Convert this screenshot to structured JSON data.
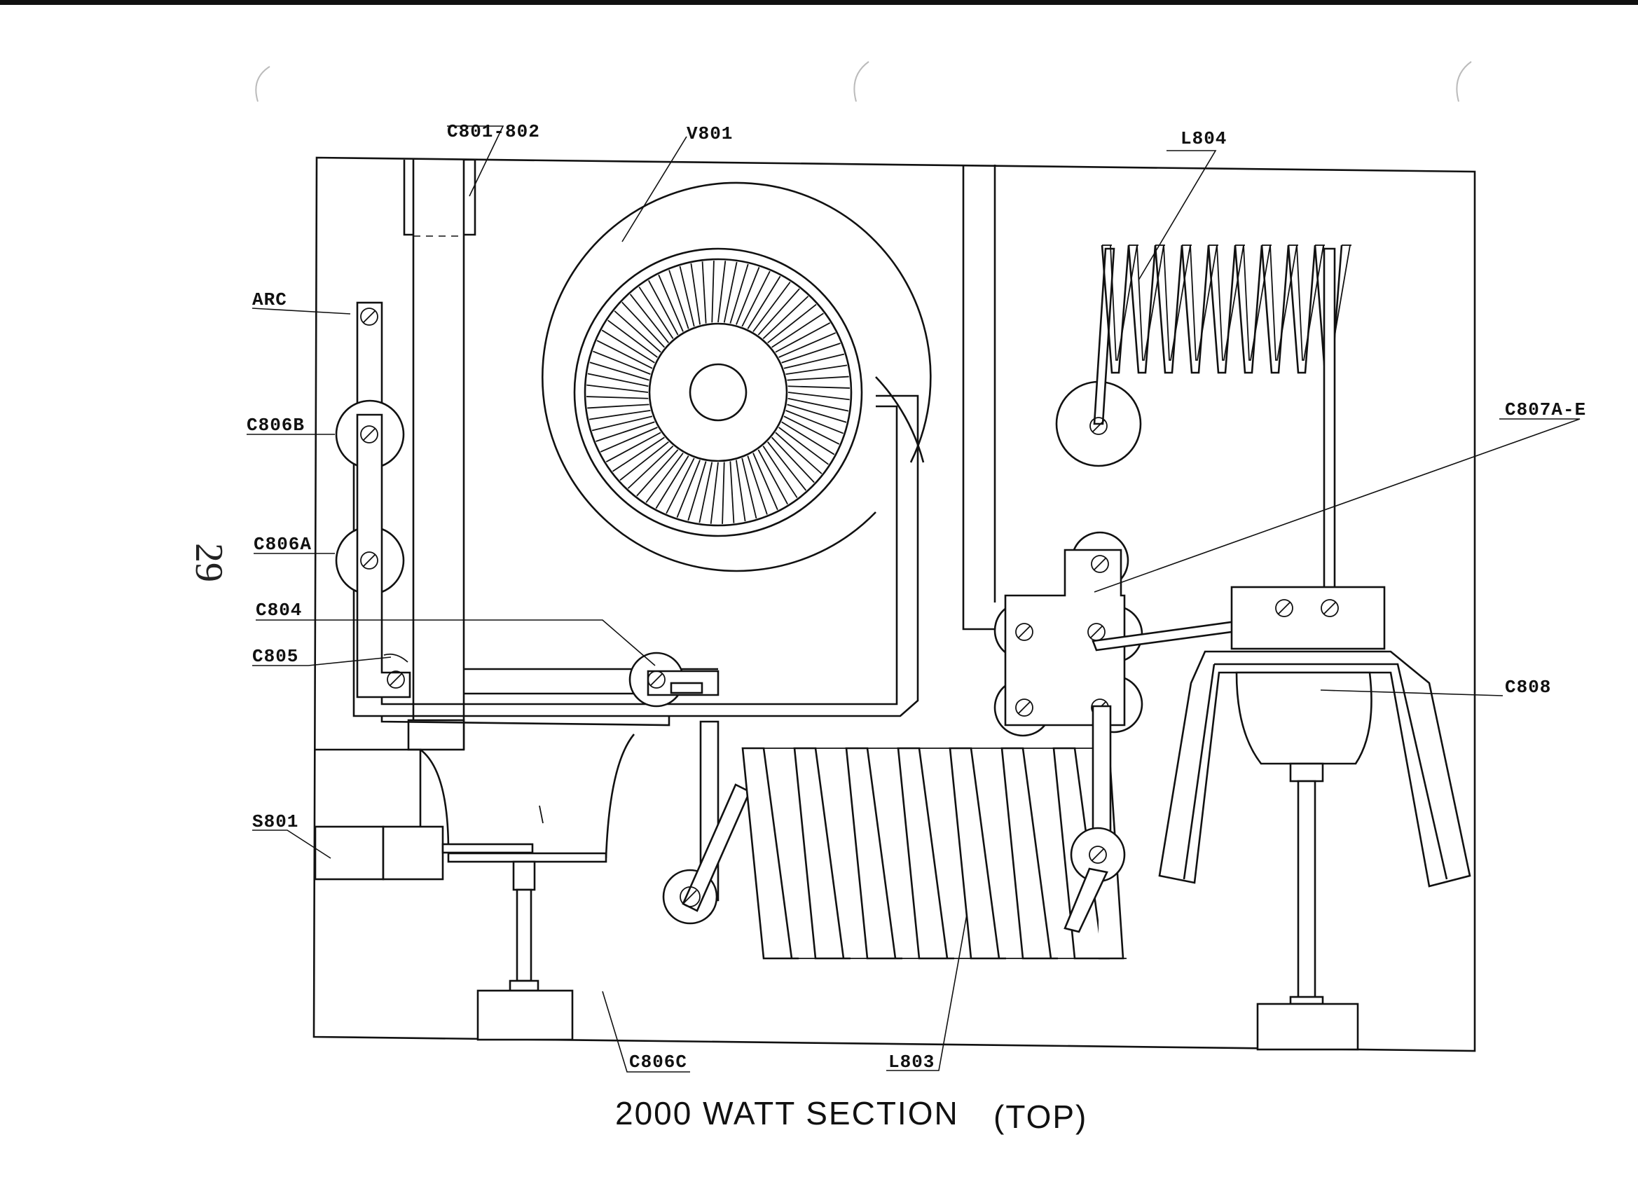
{
  "page": {
    "number": "29"
  },
  "caption": {
    "title": "2000 WATT SECTION",
    "view": "(TOP)"
  },
  "labels": {
    "c801_802": "C801-802",
    "v801": "V801",
    "l804": "L804",
    "arc": "ARC",
    "c806b": "C806B",
    "c807a_e": "C807A-E",
    "c806a": "C806A",
    "c804": "C804",
    "c805": "C805",
    "c808": "C808",
    "s801": "S801",
    "c806c": "C806C",
    "l803": "L803"
  },
  "colors": {
    "ink": "#111111",
    "paper": "#ffffff"
  }
}
